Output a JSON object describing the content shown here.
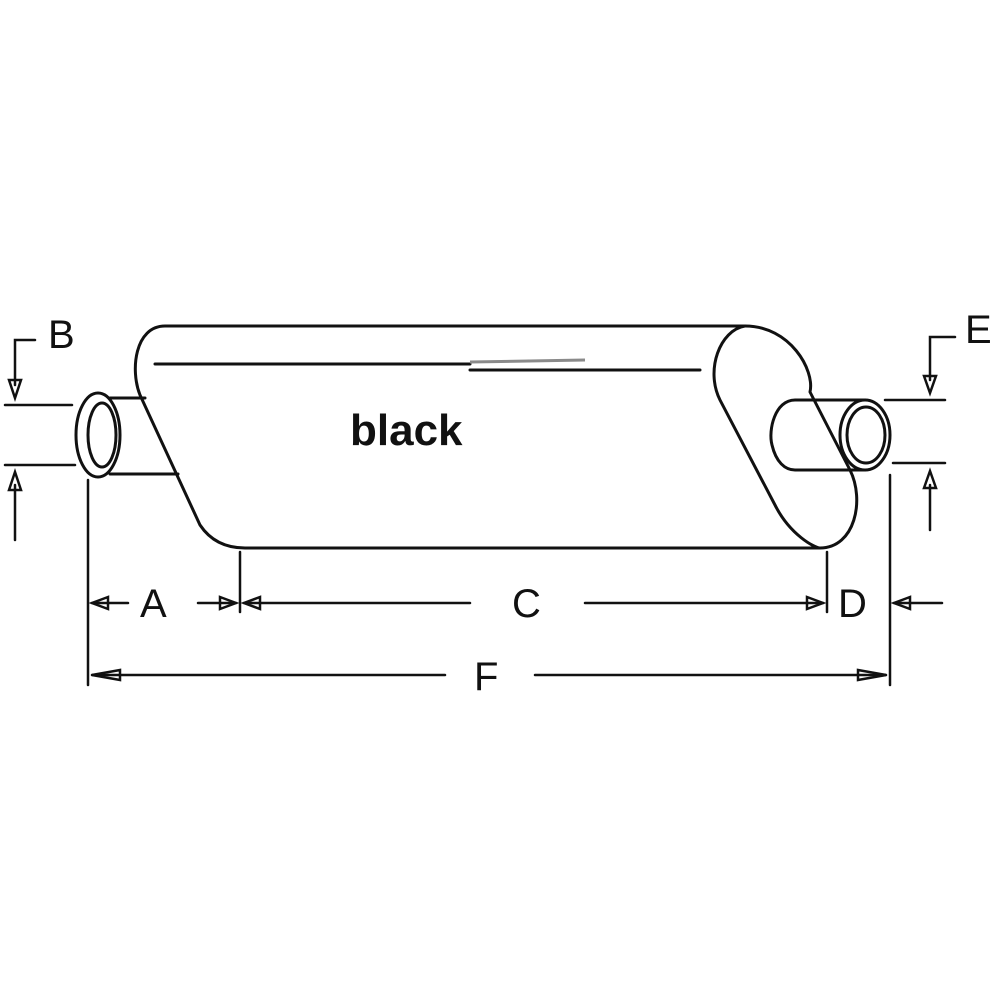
{
  "diagram": {
    "body_label": "black",
    "dimensions": {
      "A": "A",
      "B": "B",
      "C": "C",
      "D": "D",
      "E": "E",
      "F": "F"
    }
  }
}
